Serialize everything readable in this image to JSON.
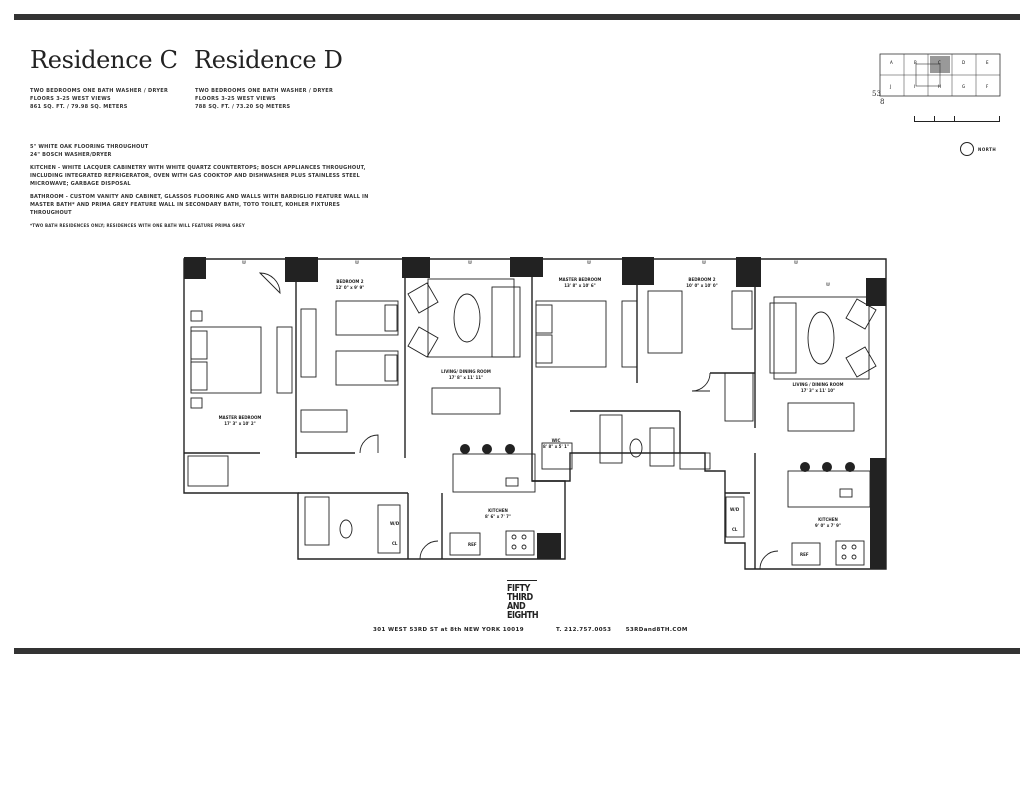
{
  "residences": [
    {
      "title": "Residence C",
      "line1": "TWO BEDROOMS   ONE BATH   WASHER / DRYER",
      "line2": "FLOORS 3-25   WEST VIEWS",
      "line3": "861 SQ. FT. / 79.98 SQ. METERS"
    },
    {
      "title": "Residence D",
      "line1": "TWO BEDROOMS   ONE BATH   WASHER / DRYER",
      "line2": "FLOORS 3-25   WEST VIEWS",
      "line3": "788 SQ. FT. / 73.20 SQ METERS"
    }
  ],
  "features": {
    "flooring": "5\" WHITE OAK FLOORING THROUGHOUT",
    "laundry": "24\" BOSCH WASHER/DRYER",
    "kitchen": "KITCHEN - WHITE LACQUER CABINETRY WITH WHITE QUARTZ COUNTERTOPS; BOSCH APPLIANCES THROUGHOUT, INCLUDING INTEGRATED REFRIGERATOR, OVEN WITH GAS COOKTOP AND DISHWASHER PLUS STAINLESS STEEL MICROWAVE; GARBAGE DISPOSAL",
    "bathroom": "BATHROOM - CUSTOM VANITY AND CABINET, GLASSOS FLOORING AND WALLS WITH BARDIGLIO FEATURE WALL IN MASTER BATH* AND PRIMA GREY FEATURE WALL IN SECONDARY BATH, TOTO TOILET, KOHLER FIXTURES THROUGHOUT",
    "note": "*TWO BATH RESIDENCES ONLY; RESIDENCES WITH ONE BATH WILL FEATURE PRIMA GREY"
  },
  "keyplan": {
    "units_top": [
      "A",
      "B",
      "C",
      "D",
      "E"
    ],
    "units_bottom": [
      "J",
      "I",
      "H",
      "G",
      "F"
    ],
    "street_53": "53",
    "avenue_8": "8"
  },
  "compass_label": "NORTH",
  "rooms": {
    "c_master": {
      "name": "MASTER BEDROOM",
      "dims": "17' 3\" x 10' 2\""
    },
    "c_bedroom2": {
      "name": "BEDROOM 2",
      "dims": "12' 0\" x 9' 9\""
    },
    "c_living": {
      "name": "LIVING/ DINING ROOM",
      "dims": "17' 8\" x 11' 11\""
    },
    "c_kitchen": {
      "name": "KITCHEN",
      "dims": "8' 6\" x 7' 7\""
    },
    "d_master": {
      "name": "MASTER BEDROOM",
      "dims": "13' 8\" x 10' 6\""
    },
    "d_bedroom2": {
      "name": "BEDROOM 2",
      "dims": "10' 0\" x 10' 0\""
    },
    "d_wic": {
      "name": "WIC",
      "dims": "8' 8\" x 5' 1\""
    },
    "d_living": {
      "name": "LIVING / DINING ROOM",
      "dims": "17' 3\" x 11' 10\""
    },
    "d_kitchen": {
      "name": "KITCHEN",
      "dims": "9' 0\" x 7' 9\""
    }
  },
  "fixture_labels": {
    "window": "W",
    "washer_dryer": "W/D",
    "closet": "CL",
    "refrigerator": "REF"
  },
  "logo_lines": [
    "FIFTY",
    "THIRD",
    "AND",
    "EIGHTH"
  ],
  "footer": {
    "address": "301 WEST 53RD ST at 8th NEW YORK 10019",
    "phone": "T. 212.757.0053",
    "website": "53RDand8TH.COM"
  }
}
